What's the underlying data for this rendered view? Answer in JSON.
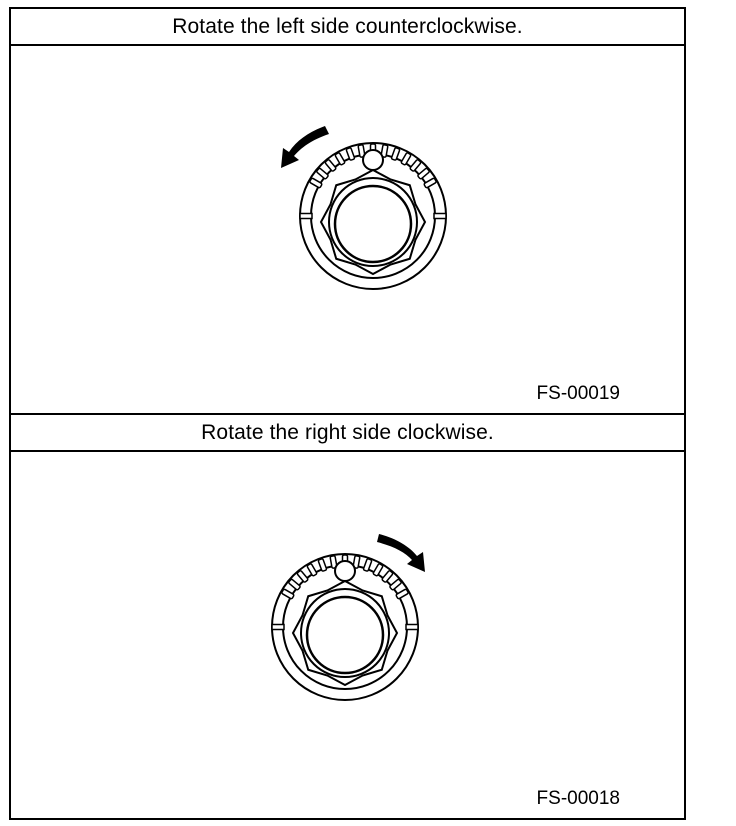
{
  "panels": [
    {
      "caption": "Rotate the left side counterclockwise.",
      "figure_code": "FS-00019",
      "rotation": "counterclockwise",
      "arrow_icon": "curved-arrow-counterclockwise-icon"
    },
    {
      "caption": "Rotate the right side clockwise.",
      "figure_code": "FS-00018",
      "rotation": "clockwise",
      "arrow_icon": "curved-arrow-clockwise-icon"
    }
  ],
  "colors": {
    "line": "#000000",
    "background": "#ffffff"
  }
}
